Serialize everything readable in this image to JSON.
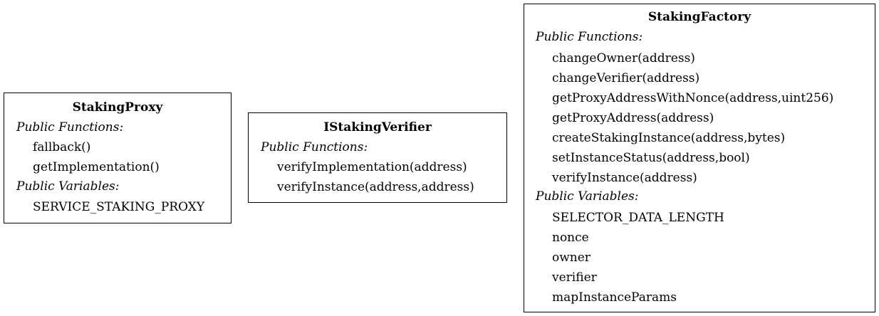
{
  "diagram": {
    "nodes": [
      {
        "id": "StakingProxy",
        "title": "StakingProxy",
        "function_header": "Public Functions:",
        "functions": [
          "fallback()",
          "getImplementation()"
        ],
        "variable_header": "Public Variables:",
        "variables": [
          "SERVICE_STAKING_PROXY"
        ]
      },
      {
        "id": "IStakingVerifier",
        "title": "IStakingVerifier",
        "function_header": "Public Functions:",
        "functions": [
          "verifyImplementation(address)",
          "verifyInstance(address,address)"
        ]
      },
      {
        "id": "StakingFactory",
        "title": "StakingFactory",
        "function_header": "Public Functions:",
        "functions": [
          "changeOwner(address)",
          "changeVerifier(address)",
          "getProxyAddressWithNonce(address,uint256)",
          "getProxyAddress(address)",
          "createStakingInstance(address,bytes)",
          "setInstanceStatus(address,bool)",
          "verifyInstance(address)"
        ],
        "variable_header": "Public Variables:",
        "variables": [
          "SELECTOR_DATA_LENGTH",
          "nonce",
          "owner",
          "verifier",
          "mapInstanceParams"
        ]
      }
    ]
  }
}
